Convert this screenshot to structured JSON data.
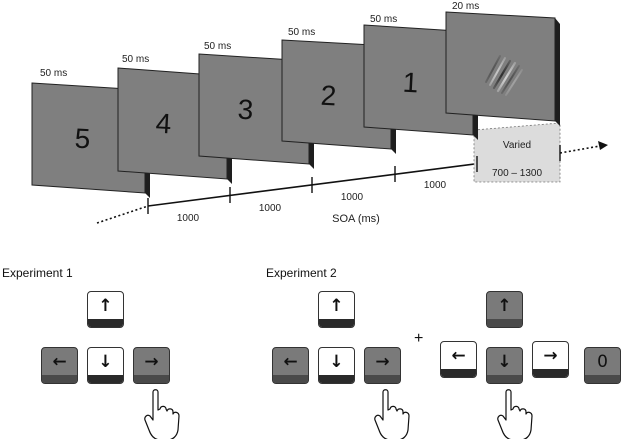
{
  "frames": {
    "durations": [
      "50 ms",
      "50 ms",
      "50 ms",
      "50 ms",
      "50 ms",
      "20 ms"
    ],
    "digits": [
      "5",
      "4",
      "3",
      "2",
      "1"
    ]
  },
  "timeline": {
    "intervals": [
      "1000",
      "1000",
      "1000",
      "1000"
    ],
    "axis_label": "SOA (ms)",
    "varied_label": "Varied",
    "varied_range": "700 – 1300"
  },
  "experiment1": {
    "title": "Experiment 1",
    "keys": {
      "up": "↑",
      "left": "←",
      "down": "↓",
      "right": "→"
    }
  },
  "experiment2": {
    "title": "Experiment 2",
    "plus": "+",
    "keys": {
      "up": "↑",
      "left": "←",
      "down": "↓",
      "right": "→",
      "zero": "0"
    }
  },
  "colors": {
    "frame_face": "#7f7f7f",
    "frame_edge": "#1e1e1e",
    "varied_box": "#dcdcdc"
  }
}
